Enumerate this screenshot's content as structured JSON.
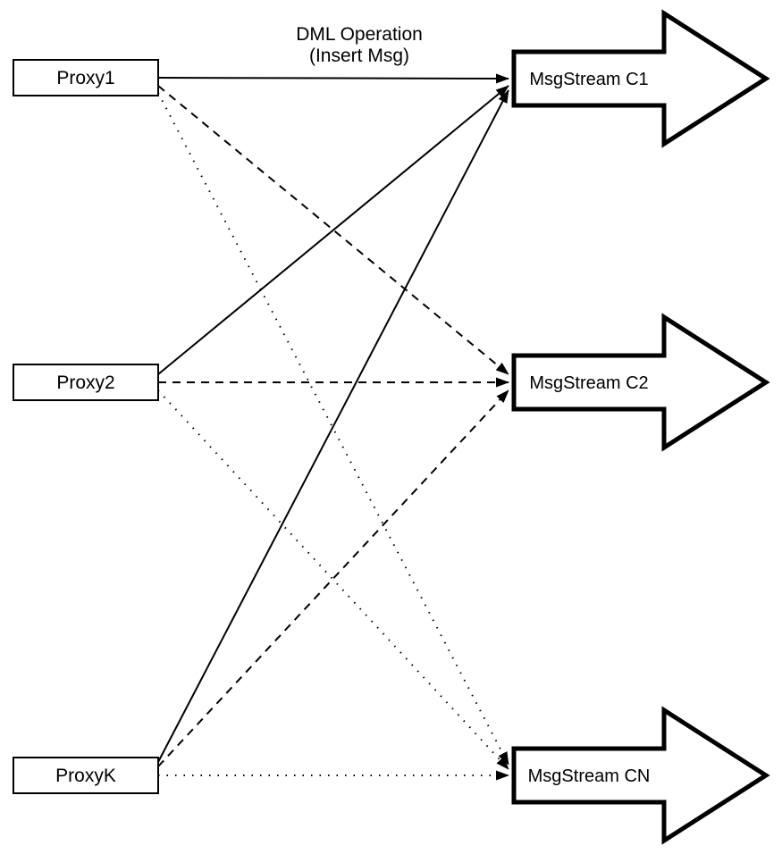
{
  "diagram": {
    "background": "#ffffff",
    "stroke_color": "#000000",
    "fill_color": "#ffffff",
    "annotation": {
      "line1": "DML Operation",
      "line2": "(Insert Msg)"
    },
    "proxies": [
      {
        "label": "Proxy1"
      },
      {
        "label": "Proxy2"
      },
      {
        "label": "ProxyK"
      }
    ],
    "streams": [
      {
        "label": "MsgStream C1"
      },
      {
        "label": "MsgStream C2"
      },
      {
        "label": "MsgStream CN"
      }
    ],
    "edges": [
      {
        "from": "Proxy1",
        "to": "MsgStream C1",
        "style": "solid"
      },
      {
        "from": "Proxy2",
        "to": "MsgStream C1",
        "style": "solid"
      },
      {
        "from": "ProxyK",
        "to": "MsgStream C1",
        "style": "solid"
      },
      {
        "from": "Proxy1",
        "to": "MsgStream C2",
        "style": "dashed"
      },
      {
        "from": "Proxy2",
        "to": "MsgStream C2",
        "style": "dashed"
      },
      {
        "from": "ProxyK",
        "to": "MsgStream C2",
        "style": "dashed"
      },
      {
        "from": "Proxy1",
        "to": "MsgStream CN",
        "style": "dotted"
      },
      {
        "from": "Proxy2",
        "to": "MsgStream CN",
        "style": "dotted"
      },
      {
        "from": "ProxyK",
        "to": "MsgStream CN",
        "style": "dotted"
      }
    ]
  }
}
